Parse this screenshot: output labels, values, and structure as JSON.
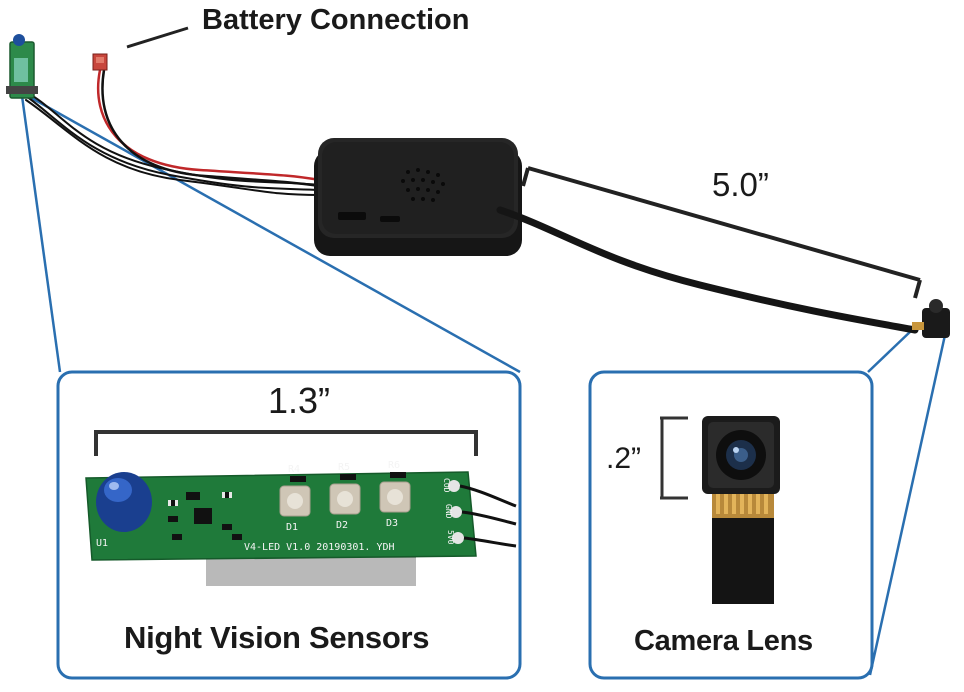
{
  "labels": {
    "battery_connection": "Battery Connection",
    "main_cable_length": "5.0”",
    "sensor_board_width": "1.3”",
    "camera_module_height": ".2”",
    "night_vision_caption": "Night Vision Sensors",
    "camera_lens_caption": "Camera Lens"
  },
  "pcb_silkscreen": {
    "leds": [
      "D1",
      "D2",
      "D3"
    ],
    "resistors": [
      "R4",
      "R5",
      "R6"
    ],
    "board_text": "V4-LED  V1.0  20190301. YDH",
    "sensor_ref": "U1",
    "pins": [
      "COD",
      "GND",
      "5V0"
    ]
  },
  "colors": {
    "callout_border": "#2a6fb0",
    "pcb_green": "#1f7a3a",
    "device_black": "#161616",
    "wire_red": "#c0282a"
  }
}
